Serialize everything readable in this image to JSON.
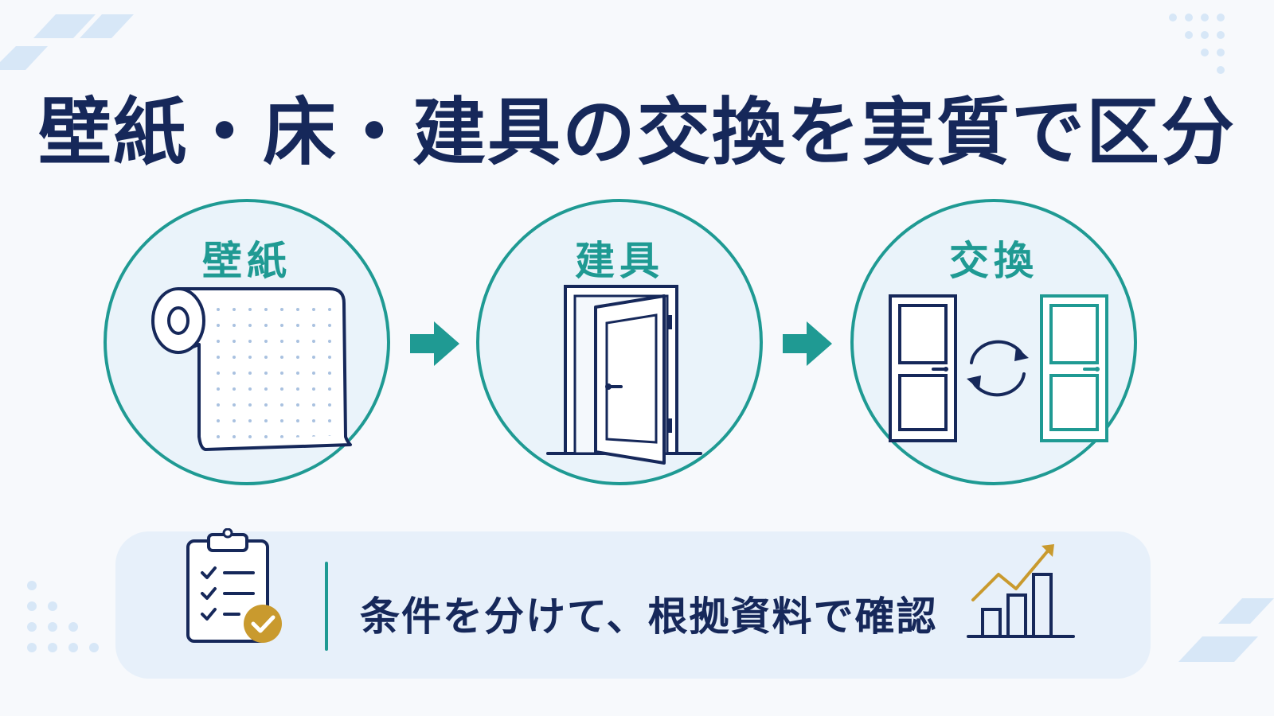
{
  "title": "壁紙・床・建具の交換を実質で区分",
  "steps": [
    {
      "label": "壁紙",
      "icon": "wallpaper-roll-icon"
    },
    {
      "label": "建具",
      "icon": "open-door-icon"
    },
    {
      "label": "交換",
      "icon": "door-swap-icon"
    }
  ],
  "footer": {
    "text": "条件を分けて、根拠資料で確認",
    "left_icon": "clipboard-checklist-icon",
    "right_icon": "growth-bar-chart-icon"
  },
  "colors": {
    "navy": "#16285a",
    "teal": "#1f9a93",
    "gold": "#c99a2e",
    "circle_fill": "#eaf3fa",
    "panel_fill": "#e7f0fa",
    "background": "#f7f9fc"
  }
}
